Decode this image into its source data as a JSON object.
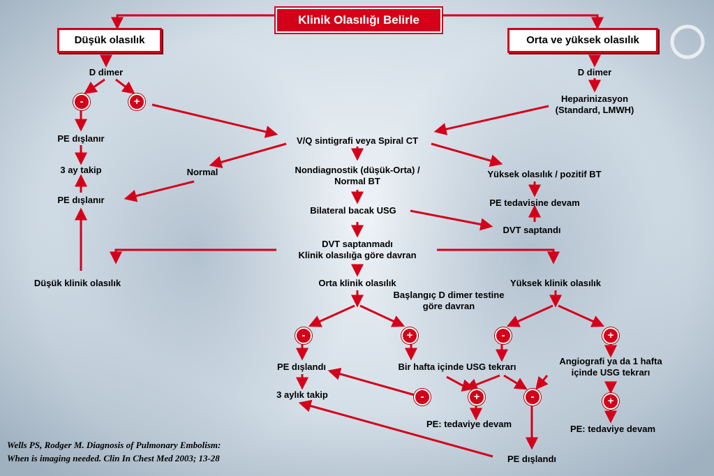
{
  "title": "Klinik Olasılığı Belirle",
  "low_box": "Düşük olasılık",
  "high_box": "Orta ve yüksek olasılık",
  "nodes": {
    "d_dimer_left": "D dimer",
    "d_dimer_right": "D dimer",
    "pe_excluded_1": "PE dışlanır",
    "follow_3m": "3 ay takip",
    "pe_excluded_2": "PE dışlanır",
    "heparin_1": "Heparinizasyon",
    "heparin_2": "(Standard, LMWH)",
    "vq_ct": "V/Q sintigrafi veya Spiral CT",
    "normal": "Normal",
    "nondiag_1": "Nondiagnostik (düşük-Orta) /",
    "nondiag_2": "Normal BT",
    "high_pos_ct": "Yüksek olasılık / pozitif BT",
    "continue_pe": "PE tedavisine devam",
    "bilateral_usg": "Bilateral bacak USG",
    "dvt_found": "DVT saptandı",
    "dvt_none_1": "DVT saptanmadı",
    "dvt_none_2": "Klinik olasılığa göre davran",
    "low_clinical": "Düşük klinik olasılık",
    "mid_clinical": "Orta klinik olasılık",
    "high_clinical": "Yüksek klinik olasılık",
    "start_d_dimer_1": "Başlangıç D dimer testine",
    "start_d_dimer_2": "göre davran",
    "pe_excluded_3": "PE dışlandı",
    "follow_3m_b": "3 aylık takip",
    "usg_week": "Bir hafta içinde USG tekrarı",
    "angio_1": "Angiografi ya da 1 hafta",
    "angio_2": "içinde USG tekrarı",
    "pe_treat_1": "PE: tedaviye devam",
    "pe_treat_2": "PE: tedaviye devam",
    "pe_excluded_4": "PE dışlandı"
  },
  "signs": {
    "neg": "-",
    "pos": "+"
  },
  "citation": {
    "line1": "Wells PS, Rodger M. Diagnosis of Pulmonary Embolism:",
    "line2": "When is imaging needed. Clin In Chest Med 2003; 13-28"
  },
  "colors": {
    "accent": "#d4001a",
    "background": "#c9d6e0"
  }
}
